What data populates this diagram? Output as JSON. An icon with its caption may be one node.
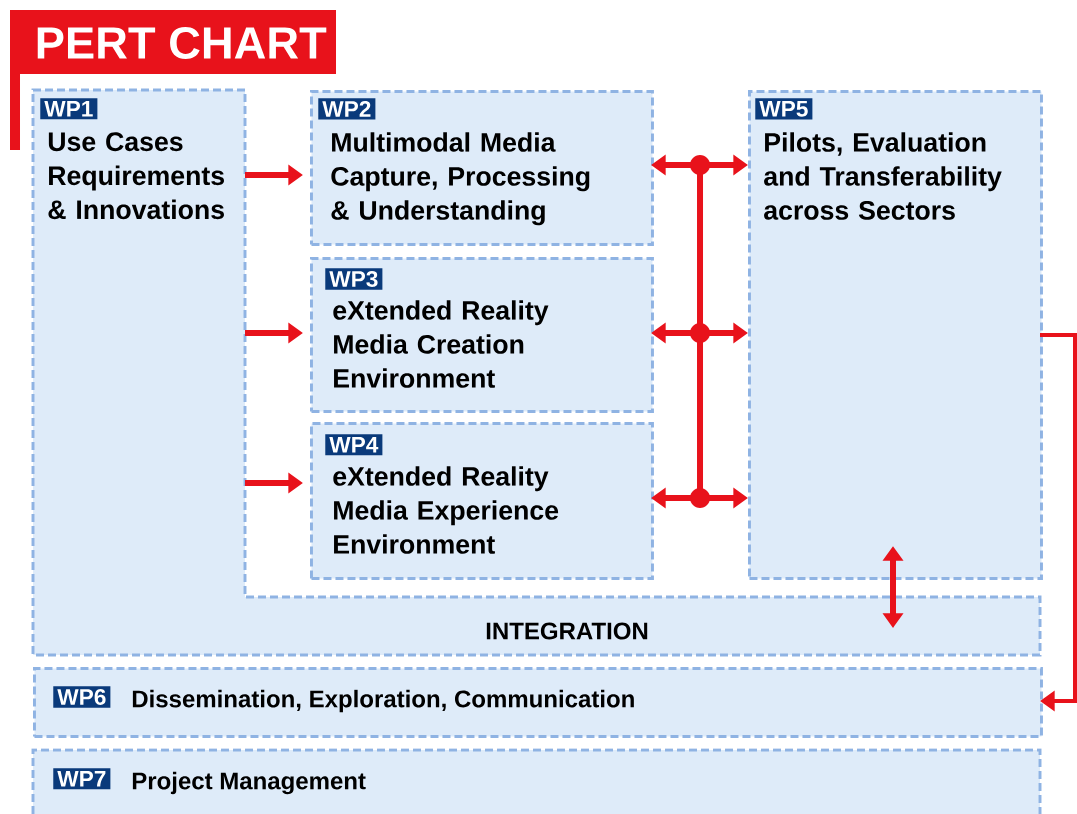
{
  "diagram": {
    "title": "PERT CHART",
    "nodes": [
      {
        "text": [
          "WP1",
          "Use Cases Requirements & Innovations",
          "INTEGRATION"
        ]
      },
      {
        "text": [
          "WP2",
          "Multimodal Media Capture, Processing & Understanding"
        ]
      },
      {
        "text": [
          "WP3",
          "eXtended Reality Media Creation Environment"
        ]
      },
      {
        "text": [
          "WP4",
          "eXtended Reality Media Experience Environment"
        ]
      },
      {
        "text": [
          "WP5",
          "Pilots, Evaluation and Transferability across Sectors"
        ]
      },
      {
        "text": [
          "WP6",
          "Dissemination, Exploration, Communication"
        ]
      },
      {
        "text": [
          "WP7",
          "Project Management"
        ]
      }
    ],
    "edges": [
      {
        "from": 0,
        "to": 1,
        "arrow": "to"
      },
      {
        "from": 0,
        "to": 2,
        "arrow": "to"
      },
      {
        "from": 0,
        "to": 3,
        "arrow": "to"
      },
      {
        "from": 1,
        "to": 4,
        "arrow": "both"
      },
      {
        "from": 2,
        "to": 4,
        "arrow": "both"
      },
      {
        "from": 3,
        "to": 4,
        "arrow": "both"
      },
      {
        "from": 4,
        "to": 0,
        "arrow": "both"
      },
      {
        "from": 4,
        "to": 5,
        "arrow": "to"
      }
    ]
  }
}
